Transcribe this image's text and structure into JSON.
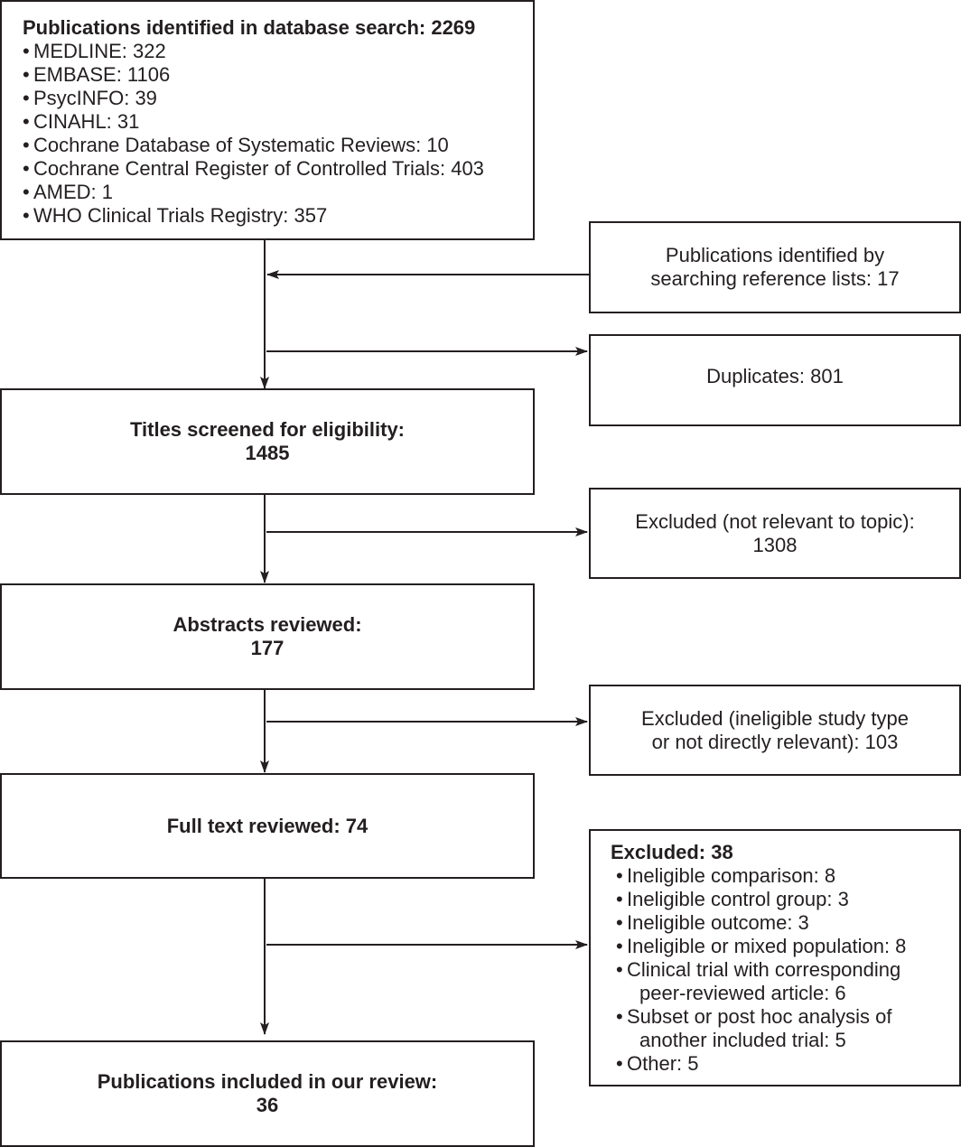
{
  "search": {
    "title": "Publications identified in database search: 2269",
    "items": [
      "MEDLINE: 322",
      "EMBASE: 1106",
      "PsycINFO: 39",
      "CINAHL: 31",
      "Cochrane Database of Systematic Reviews: 10",
      "Cochrane Central Register of Controlled Trials: 403",
      "AMED: 1",
      "WHO Clinical Trials Registry: 357"
    ]
  },
  "reference_lists": {
    "line1": "Publications identified by",
    "line2": "searching reference lists: 17"
  },
  "duplicates": {
    "text": "Duplicates: 801"
  },
  "titles_screened": {
    "line1": "Titles screened for eligibility:",
    "line2": "1485"
  },
  "excluded_topic": {
    "line1": "Excluded (not relevant to topic):",
    "line2": "1308"
  },
  "abstracts": {
    "line1": "Abstracts reviewed:",
    "line2": "177"
  },
  "excluded_type": {
    "line1": "Excluded (ineligible study type",
    "line2": "or not directly relevant): 103"
  },
  "full_text": {
    "text": "Full text reviewed: 74"
  },
  "excluded_full": {
    "title": "Excluded: 38",
    "items": [
      {
        "line1": "Ineligible comparison: 8"
      },
      {
        "line1": "Ineligible control group: 3"
      },
      {
        "line1": "Ineligible outcome: 3"
      },
      {
        "line1": "Ineligible or mixed population: 8"
      },
      {
        "line1": "Clinical trial with corresponding",
        "line2": "peer-reviewed article: 6"
      },
      {
        "line1": "Subset or post hoc analysis of",
        "line2": "another included trial: 5"
      },
      {
        "line1": "Other: 5"
      }
    ]
  },
  "included": {
    "line1": "Publications included in our review:",
    "line2": "36"
  }
}
